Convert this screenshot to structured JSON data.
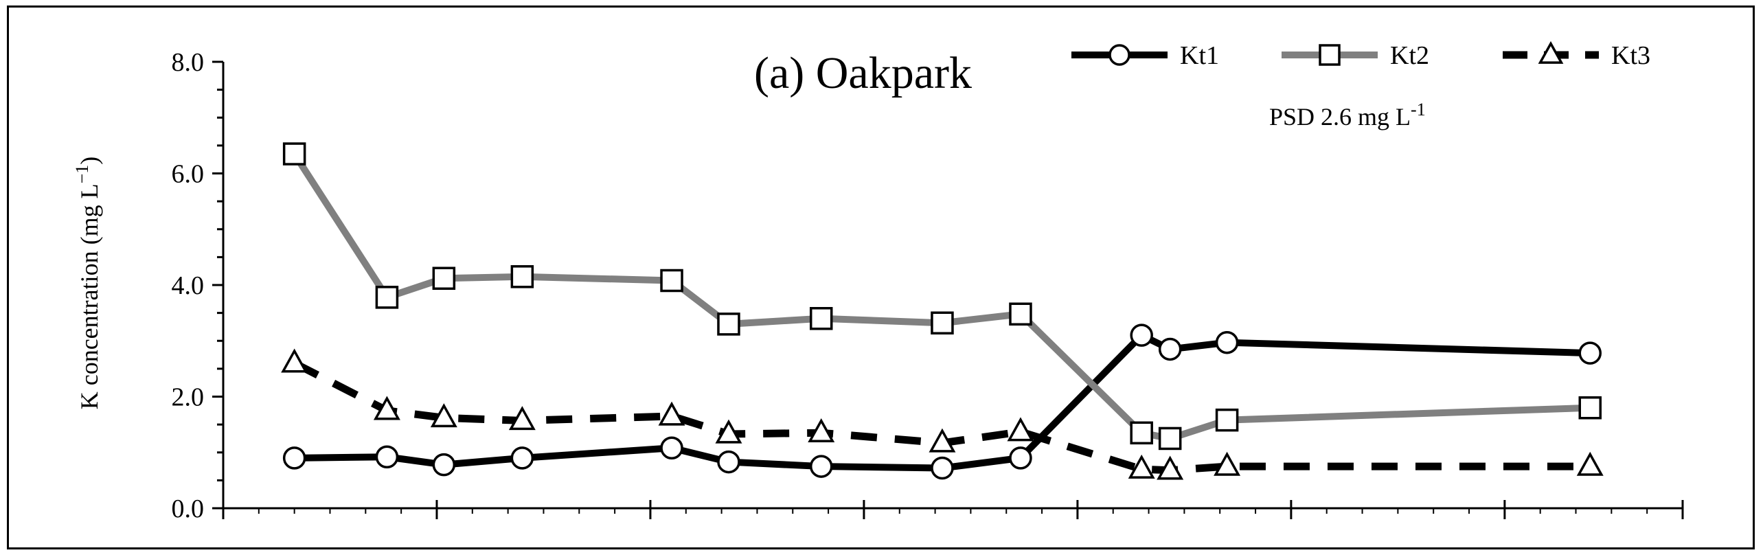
{
  "chart_data": {
    "type": "line",
    "title": "(a) Oakpark",
    "annotation": "PSD 2.6 mg L",
    "annotation_sup": "-1",
    "ylabel": "K concentration (mg L",
    "ylabel_sup": "−1",
    "ylabel_end": ")",
    "ylim": [
      0,
      8
    ],
    "yticks": [
      "0.0",
      "2.0",
      "4.0",
      "6.0",
      "8.0"
    ],
    "x": [
      1,
      2.3,
      3.1,
      4.2,
      6.3,
      7.1,
      8.4,
      10.1,
      11.2,
      12.9,
      13.3,
      14.1,
      19.2
    ],
    "xlim": [
      0,
      20.5
    ],
    "x_major_ticks": [
      0,
      3,
      6,
      9,
      12,
      15,
      18,
      20.5
    ],
    "grid": false,
    "legend_position": "top-right",
    "series": [
      {
        "name": "Kt1",
        "color": "#000000",
        "marker": "circle",
        "dash": "solid",
        "values": [
          0.9,
          0.92,
          0.78,
          0.9,
          1.08,
          0.83,
          0.75,
          0.72,
          0.9,
          3.1,
          2.85,
          2.97,
          2.78
        ]
      },
      {
        "name": "Kt2",
        "color": "#808080",
        "marker": "square",
        "dash": "solid",
        "values": [
          6.35,
          3.78,
          4.12,
          4.15,
          4.08,
          3.3,
          3.4,
          3.32,
          3.48,
          1.35,
          1.25,
          1.58,
          1.8
        ]
      },
      {
        "name": "Kt3",
        "color": "#000000",
        "marker": "triangle",
        "dash": "dashed",
        "values": [
          2.6,
          1.75,
          1.62,
          1.57,
          1.65,
          1.33,
          1.35,
          1.17,
          1.37,
          0.7,
          0.68,
          0.75,
          0.75
        ]
      }
    ]
  }
}
